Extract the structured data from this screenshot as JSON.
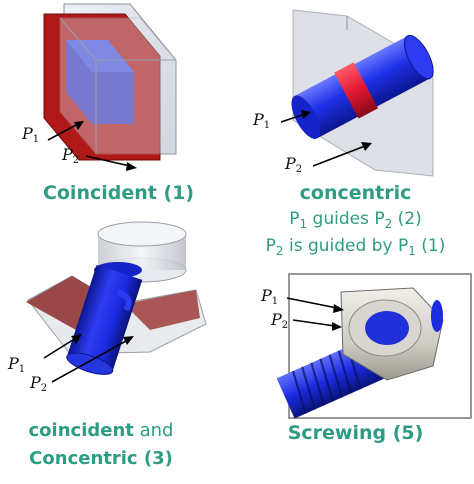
{
  "panels": [
    {
      "id": "coincident",
      "point_labels": [
        {
          "base": "P",
          "sub": "1"
        },
        {
          "base": "P",
          "sub": "2"
        }
      ],
      "caption": {
        "bold": "Coincident (1)"
      }
    },
    {
      "id": "concentric",
      "point_labels": [
        {
          "base": "P",
          "sub": "1"
        },
        {
          "base": "P",
          "sub": "2"
        }
      ],
      "caption": {
        "bold": "concentric",
        "line2": {
          "a": "P",
          "a_sub": "1",
          "b": " guides P",
          "b_sub": "2",
          "c": " (2)"
        },
        "line3": {
          "a": "P",
          "a_sub": "2",
          "b": " is guided by P",
          "b_sub": "1",
          "c": " (1)"
        }
      }
    },
    {
      "id": "coincident-concentric",
      "point_labels": [
        {
          "base": "P",
          "sub": "1"
        },
        {
          "base": "P",
          "sub": "2"
        }
      ],
      "caption": {
        "bold1": "coincident",
        "normal": " and",
        "bold2": "Concentric (3)"
      }
    },
    {
      "id": "screwing",
      "point_labels": [
        {
          "base": "P",
          "sub": "1"
        },
        {
          "base": "P",
          "sub": "2"
        }
      ],
      "caption": {
        "bold": "Screwing (5)"
      }
    }
  ],
  "colors": {
    "caption": "#2e9c82",
    "face_red": "#b01818",
    "part_blue": "#1a2be0",
    "glass": "#d8dde4",
    "ring_red": "#e01830"
  }
}
